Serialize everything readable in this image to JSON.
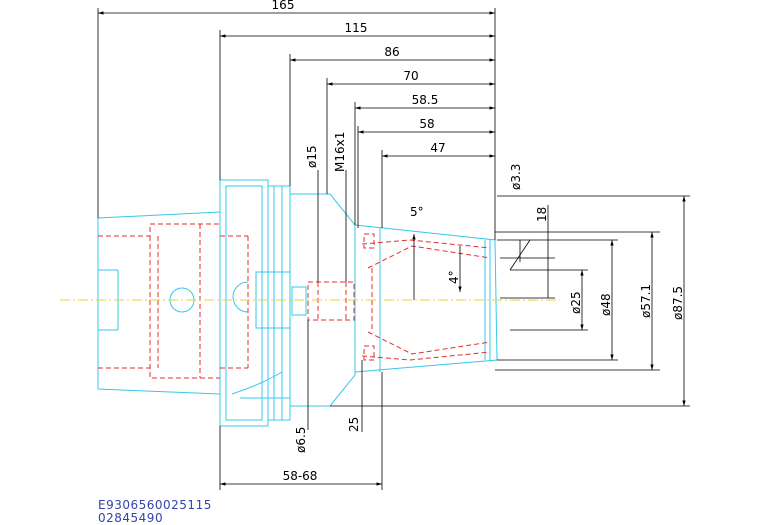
{
  "dimensions": {
    "len_165": "165",
    "len_115": "115",
    "len_86": "86",
    "len_70": "70",
    "len_58_5": "58.5",
    "len_58": "58",
    "len_47": "47",
    "len_58_68": "58-68",
    "len_25": "25",
    "len_18": "18",
    "dia_15": "ø15",
    "thread": "M16x1",
    "dia_3_3": "ø3.3",
    "angle_5": "5°",
    "angle_4": "4°",
    "dia_25": "ø25",
    "dia_48": "ø48",
    "dia_57_1": "ø57.1",
    "dia_87_5": "ø87.5",
    "dia_6_5": "ø6.5"
  },
  "codes": {
    "line1": "E9306560025115",
    "line2": "02845490"
  },
  "colors": {
    "part_outline": "#35c9e8",
    "hidden_lines": "#e03030",
    "center_axis": "#e8d23a",
    "dimension": "#000000",
    "code_text": "#3344aa"
  }
}
